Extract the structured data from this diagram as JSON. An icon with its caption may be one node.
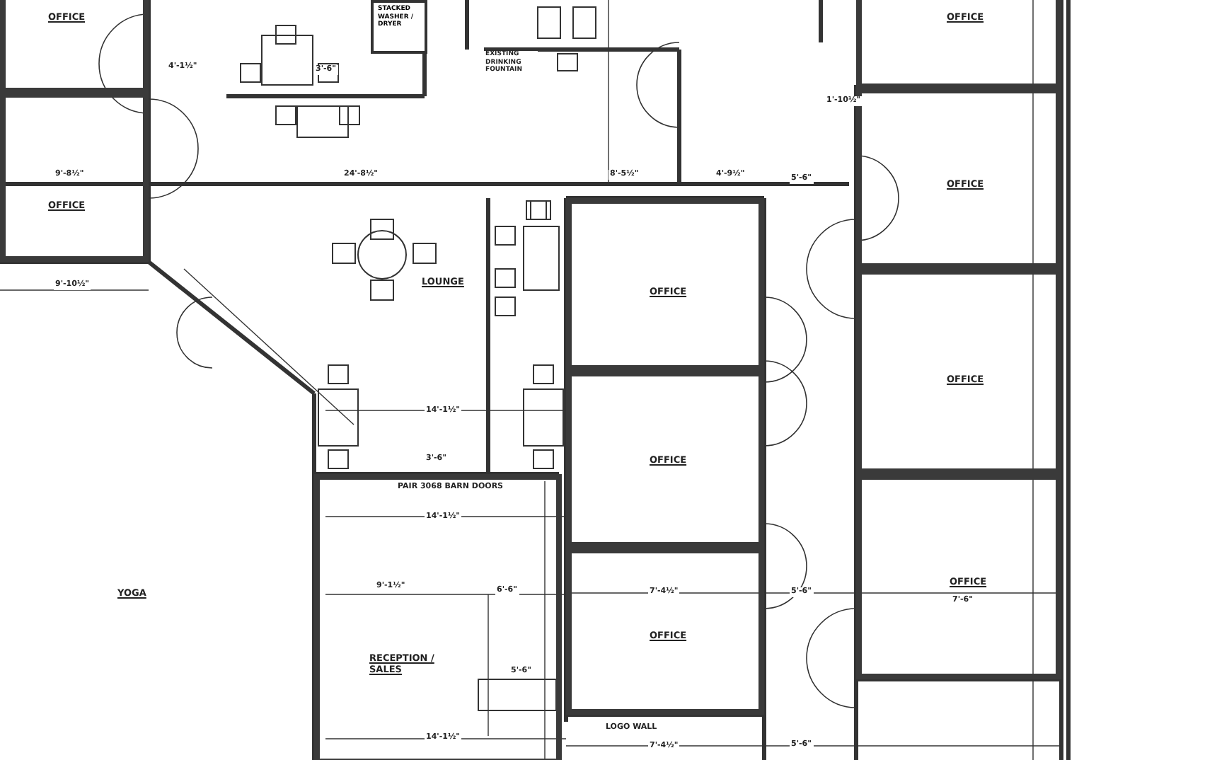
{
  "diagram": {
    "nodes": [
      {
        "text": [
          "OFFICE"
        ]
      },
      {
        "text": [
          "OFFICE"
        ]
      },
      {
        "text": [
          "STACKED WASHER / DRYER"
        ]
      },
      {
        "text": [
          "OFFICE"
        ]
      },
      {
        "text": [
          "OFFICE"
        ]
      },
      {
        "text": [
          "OFFICE"
        ]
      },
      {
        "text": [
          "OFFICE"
        ]
      },
      {
        "text": [
          "OFFICE"
        ]
      },
      {
        "text": [
          "OFFICE"
        ]
      },
      {
        "text": [
          "RECEPTION / SALES"
        ]
      },
      {
        "text": [
          "OFFICE"
        ]
      }
    ],
    "labels": [
      "EXISTING DRINKING FOUNTAIN",
      "4'-1½\"",
      "3'-6\"",
      "1'-10½\"",
      "9'-8½\"",
      "24'-8½\"",
      "8'-5½\"",
      "4'-9½\"",
      "5'-6\"",
      "9'-10½\"",
      "LOUNGE",
      "14'-1½\"",
      "3'-6\"",
      "PAIR 3068 BARN DOORS",
      "14'-1½\"",
      "9'-1½\"",
      "6'-6\"",
      "YOGA",
      "7'-4½\"",
      "5'-6\"",
      "7'-6\"",
      "5'-6\"",
      "LOGO WALL",
      "7'-4½\"",
      "14'-1½\"",
      "5'-6\""
    ]
  }
}
